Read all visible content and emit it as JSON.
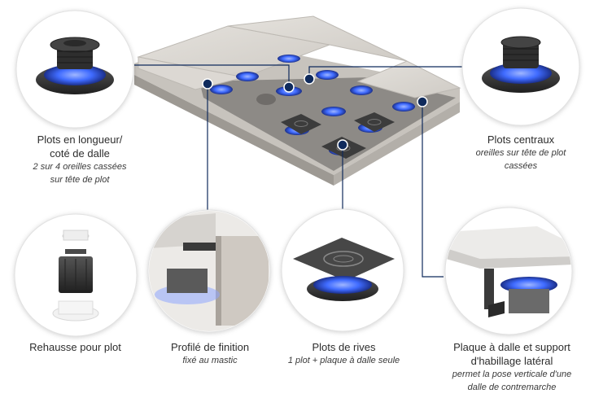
{
  "labels": {
    "plots_longueur": {
      "title_line1": "Plots en longueur/",
      "title_line2": "coté de dalle",
      "sub_line1": "2 sur 4 oreilles cassées",
      "sub_line2": "sur tête de plot"
    },
    "plots_centraux": {
      "title": "Plots centraux",
      "sub_line1": "oreilles sur tête de plot",
      "sub_line2": "cassées"
    },
    "rehausse": {
      "title": "Rehausse pour plot"
    },
    "profile": {
      "title": "Profilé de finition",
      "sub": "fixé au mastic"
    },
    "rives": {
      "title": "Plots de rives",
      "sub": "1 plot + plaque à dalle seule"
    },
    "plaque": {
      "title_line1": "Plaque à dalle et support",
      "title_line2": "d'habillage latéral",
      "sub_line1": "permet la pose verticale d'une",
      "sub_line2": "dalle de contremarche"
    }
  },
  "colors": {
    "line": "#0f2a5c",
    "marker": "#0f2a5c",
    "glow": "#3f6bff",
    "tile": "#d9d6d1",
    "pedestal": "#3a3a3a"
  }
}
